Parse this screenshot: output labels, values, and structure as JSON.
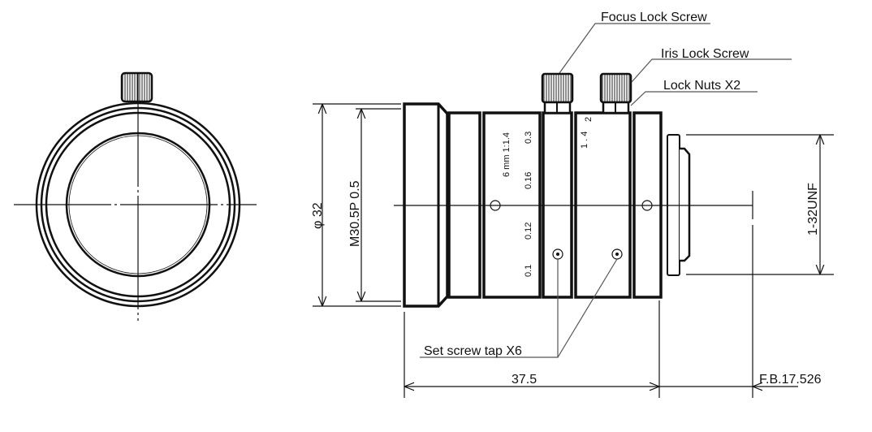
{
  "callouts": {
    "focus_lock": "Focus Lock Screw",
    "iris_lock": "Iris Lock Screw",
    "lock_nuts": "Lock Nuts X2",
    "set_screw": "Set screw tap X6"
  },
  "dimensions": {
    "outer_diameter": "φ 32",
    "filter_thread": "M30.5P 0.5",
    "mount_thread": "1-32UNF",
    "length": "37.5",
    "flange_back": "F.B.17.526"
  },
  "lens_markings": {
    "focal": "6 mm 1:1.4",
    "distances": [
      "0.3",
      "0.16",
      "0.12",
      "0.1"
    ],
    "iris_small": "1 . 4",
    "iris_sup": "2"
  }
}
